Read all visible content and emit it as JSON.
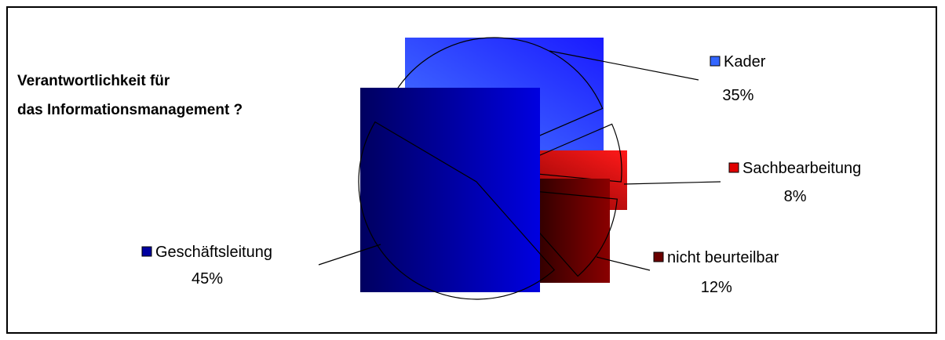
{
  "chart_data": {
    "type": "pie",
    "title": [
      "Verantwortlichkeit für",
      "das Informationsmanagement ?"
    ],
    "categories": [
      "Kader",
      "Sachbearbeitung",
      "nicht beurteilbar",
      "Geschäftsleitung"
    ],
    "values": [
      35,
      8,
      12,
      45
    ],
    "labels": [
      "35%",
      "8%",
      "12%",
      "45%"
    ],
    "colors": [
      "#3366ff",
      "#e00000",
      "#6b0000",
      "#0000a0"
    ],
    "legend_placement": "callouts"
  }
}
